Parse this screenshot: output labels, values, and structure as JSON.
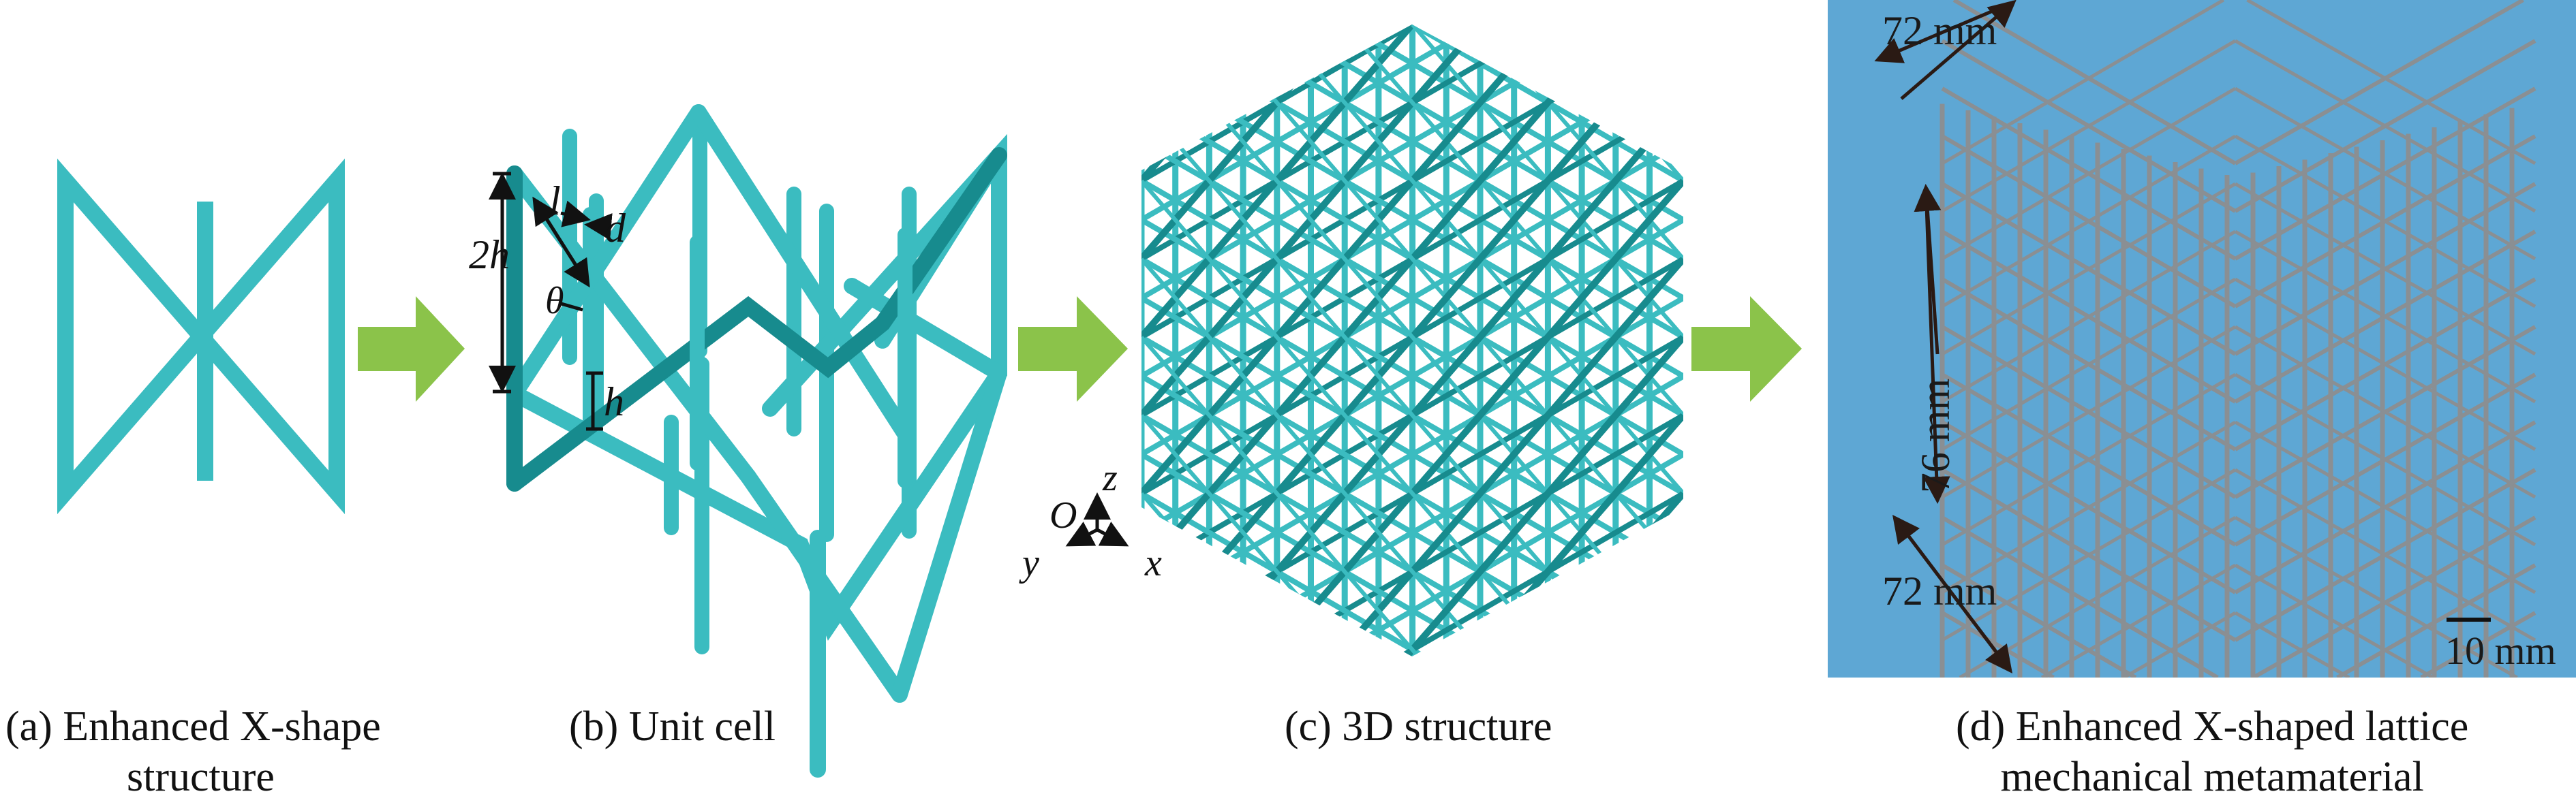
{
  "colors": {
    "strut": "#3bbcc0",
    "strut_dark": "#178b8e",
    "arrow": "#8bc34a",
    "photo_bg": "#5ea7d4",
    "photo_strut": "#8a8f93"
  },
  "panel_b": {
    "labels": {
      "l": "l",
      "d": "d",
      "two_h": "2h",
      "theta": "θ",
      "h": "h"
    }
  },
  "panel_c": {
    "axes": {
      "z": "z",
      "o": "O",
      "y": "y",
      "x": "x"
    }
  },
  "panel_d": {
    "top_dim": "72 mm",
    "side_dim": "76 mm",
    "bottom_dim": "72 mm",
    "scale_bar": "10 mm"
  },
  "captions": [
    {
      "line1": "(a) Enhanced X-shape",
      "line2": "structure"
    },
    {
      "line1": "(b) Unit cell"
    },
    {
      "line1": "(c) 3D structure"
    },
    {
      "line1": "(d) Enhanced X-shaped lattice",
      "line2": "mechanical metamaterial"
    }
  ]
}
